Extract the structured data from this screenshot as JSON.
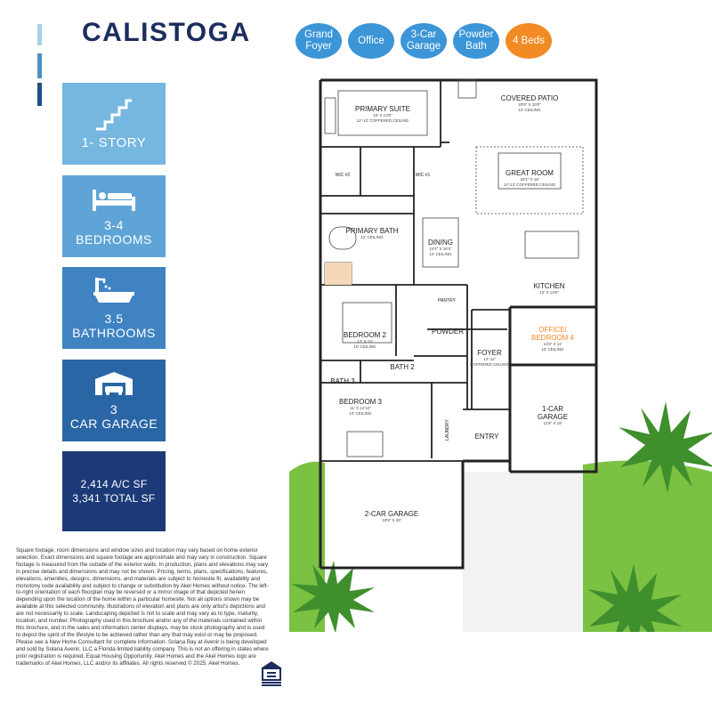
{
  "title": "CALISTOGA",
  "features": [
    "Grand Foyer",
    "Office",
    "3-Car Garage",
    "Powder Bath",
    "4 Beds"
  ],
  "colors": {
    "navy": "#1c2c5e",
    "bubble_blue": "#3b95d6",
    "bubble_orange": "#f28b23",
    "grass": "#7bc142",
    "stone": "#f2f2f2"
  },
  "stats": {
    "story": "1- STORY",
    "bedrooms_count": "3-4",
    "bedrooms_label": "BEDROOMS",
    "bathrooms_count": "3.5",
    "bathrooms_label": "BATHROOMS",
    "garage_count": "3",
    "garage_label": "CAR GARAGE",
    "ac_sf": "2,414 A/C SF",
    "total_sf": "3,341 TOTAL SF"
  },
  "icons": {
    "story": "stairs-icon",
    "bedrooms": "bed-icon",
    "bathrooms": "bathtub-icon",
    "garage": "garage-icon",
    "equal_housing": "equal-housing-icon"
  },
  "disclaimer": "Square footage, room dimensions and window sizes and location may vary based on home exterior selection. Exact dimensions and square footage are approximate and may vary in construction. Square footage is measured from the outside of the exterior walls. In production, plans and elevations may vary in precise details and dimensions and may not be shown. Pricing, terms, plans, specifications, features, elevations, amenities, designs, dimensions, and materials are subject to homesite fit, availability and monotony code availability and subject to change or substitution by Akel Homes without notice. The left-to-right orientation of each floorplan may be reversed or a mirror image of that depicted herein depending upon the location of the home within a particular homesite. Not all options shown may be available at this selected community. Illustrations of elevation and plans are only artist's depictions and are not necessarily to scale. Landscaping depicted is not to scale and may vary as to type, maturity, location, and number. Photography used in this brochure and/or any of the materials contained within this brochure, and in the sales and information center displays, may be stock photography and is used to depict the spirit of the lifestyle to be achieved rather than any that may exist or may be proposed. Please see a New Home Consultant for complete information. Solana Bay at Avenir is being developed and sold by Solana Avenir, LLC a Florida limited liability company. This is not an offering in states where prior registration is required. Equal Housing Opportunity. Akel Homes and the Akel Homes logo are trademarks of Akel Homes, LLC and/or its affiliates. All rights reserved © 2025. Akel Homes.",
  "rooms": {
    "covered_patio": {
      "name": "COVERED PATIO",
      "size": "20'8\" X 10'0\"",
      "ceiling": "12' CEILING"
    },
    "primary_suite": {
      "name": "PRIMARY SUITE",
      "size": "15' X 13'0\"",
      "ceiling": "12'-12' COFFERED CEILING"
    },
    "great_room": {
      "name": "GREAT ROOM",
      "size": "20'4\" X 18'",
      "ceiling": "12'-12' COFFERED CEILING"
    },
    "wic2": "WIC #2",
    "wic1": "WIC #1",
    "primary_bath": {
      "name": "PRIMARY BATH",
      "ceiling": "12' CEILING"
    },
    "dining": {
      "name": "DINING",
      "size": "14'4\" X 16'4\"",
      "ceiling": "12' CEILING"
    },
    "kitchen": {
      "name": "KITCHEN",
      "size": "12' X 14'8\""
    },
    "pantry": "PANTRY",
    "bedroom2": {
      "name": "BEDROOM 2",
      "size": "12' X 13'",
      "ceiling": "10' CEILING"
    },
    "powder": "POWDER",
    "office": {
      "name": "OFFICE/",
      "name2": "BEDROOM 4",
      "size": "11'8\" X 11'",
      "ceiling": "12' CEILING"
    },
    "foyer": {
      "name": "FOYER",
      "size": "12'-14'",
      "ceiling": "COFFERED CEILING"
    },
    "bath2": "BATH 2",
    "bath3": "BATH 3",
    "bedroom3": {
      "name": "BEDROOM 3",
      "size": "11' X 12'10\"",
      "ceiling": "10' CEILING"
    },
    "one_car_garage": {
      "name": "1-CAR",
      "name2": "GARAGE",
      "size": "11'8\" X 19'"
    },
    "laundry": "LAUNDRY",
    "entry": "ENTRY",
    "two_car_garage": {
      "name": "2-CAR GARAGE",
      "size": "19'8\" X 20'"
    }
  }
}
